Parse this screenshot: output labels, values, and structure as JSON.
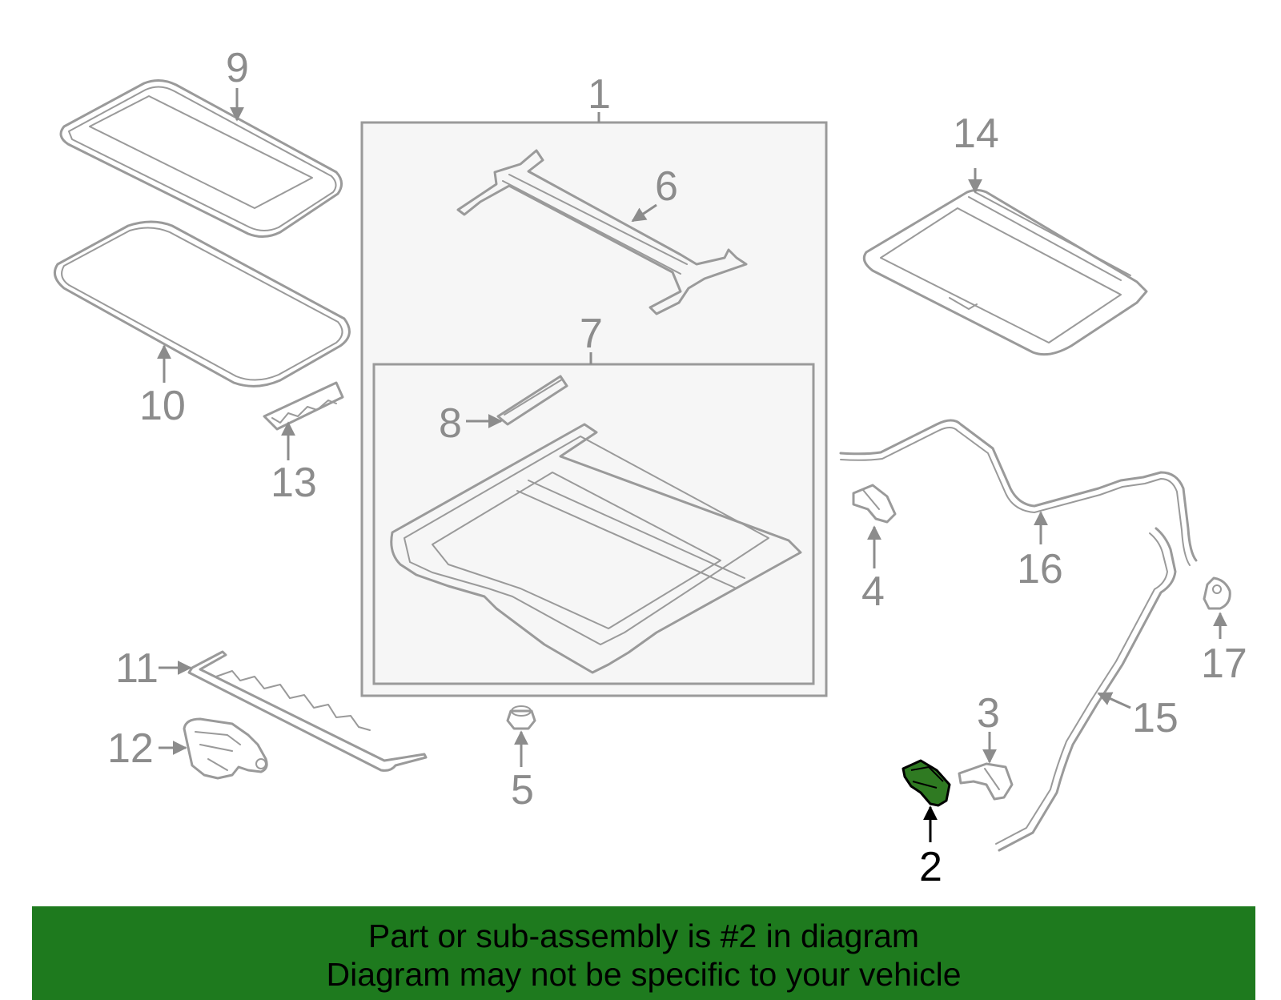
{
  "colors": {
    "part_stroke": "#9a9a9a",
    "label": "#8c8c8c",
    "highlight_fill": "#2f7a22",
    "highlight_label": "#000000",
    "banner_bg": "#1e7a1e"
  },
  "callouts": {
    "c1": "1",
    "c2": "2",
    "c3": "3",
    "c4": "4",
    "c5": "5",
    "c6": "6",
    "c7": "7",
    "c8": "8",
    "c9": "9",
    "c10": "10",
    "c11": "11",
    "c12": "12",
    "c13": "13",
    "c14": "14",
    "c15": "15",
    "c16": "16",
    "c17": "17"
  },
  "highlighted_part": "2",
  "banner": {
    "line1": "Part or sub-assembly is #2 in diagram",
    "line2": "Diagram may not be specific to your vehicle"
  }
}
